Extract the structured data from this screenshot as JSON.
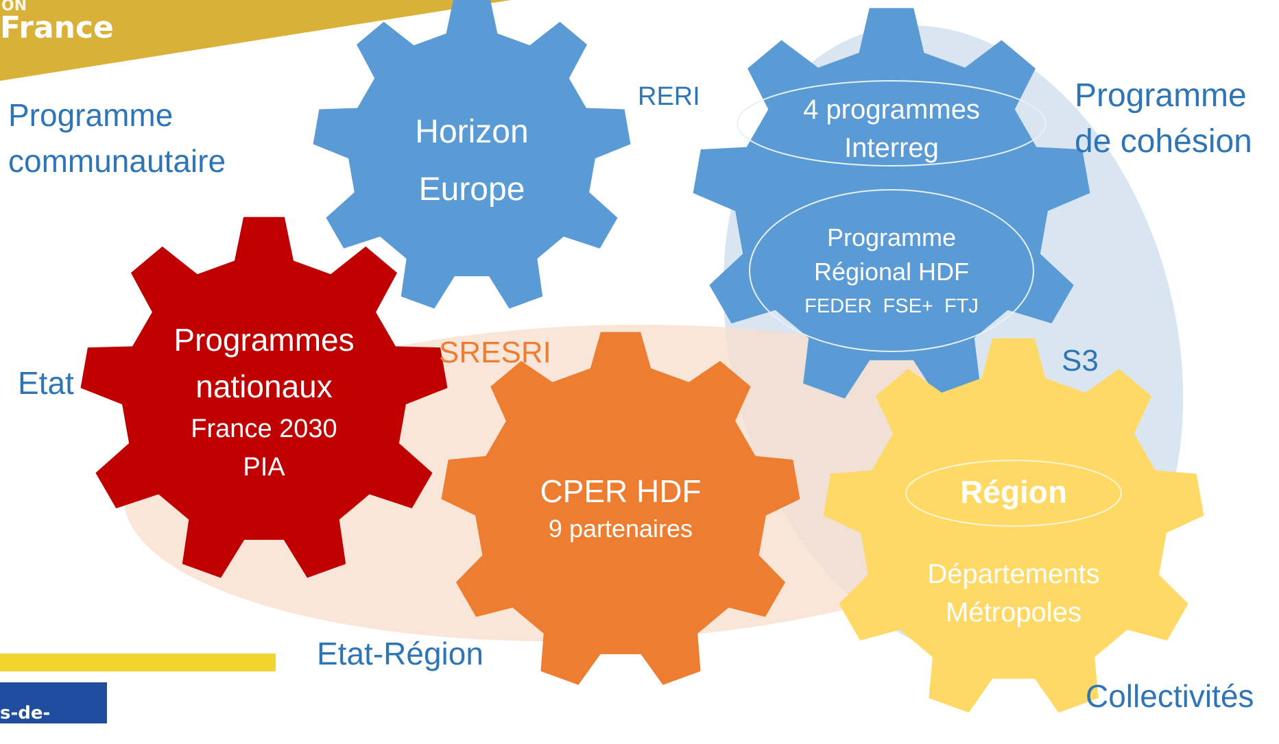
{
  "logo": {
    "top_small": "ON",
    "top_big": "France",
    "bottom": "s-de-France"
  },
  "labels": {
    "programme_communautaire": [
      "Programme",
      "communautaire"
    ],
    "programme_cohesion": [
      "Programme",
      "de cohésion"
    ],
    "reri": "RERI",
    "sresri": "SRESRI",
    "s3": "S3",
    "etat": "Etat",
    "etat_region": "Etat-Région",
    "collectivites": "Collectivités"
  },
  "gears": {
    "horizon": {
      "lines": [
        "Horizon",
        "Europe"
      ],
      "color": "#5b9bd5"
    },
    "interreg_region": {
      "interreg": [
        "4 programmes",
        "Interreg"
      ],
      "regional": [
        "Programme",
        "Régional HDF",
        "FEDER  FSE+  FTJ"
      ],
      "color": "#5b9bd5"
    },
    "national": {
      "lines": [
        "Programmes",
        "nationaux",
        "France 2030",
        "PIA"
      ],
      "color": "#c00000"
    },
    "cper": {
      "lines": [
        "CPER HDF",
        "9 partenaires"
      ],
      "color": "#ed7d31"
    },
    "region": {
      "lines": [
        "Région",
        "Départements",
        "Métropoles"
      ],
      "color": "#ffd966"
    }
  },
  "colors": {
    "label_blue": "#2e75b6",
    "sresri_orange": "#ed7d31",
    "blue_ellipse": "#dae5f2",
    "orange_ellipse": "#fbe4d5",
    "logo_gold": "#d9b038",
    "logo_blue": "#1f4e9e",
    "bar_yellow": "#f2d42f"
  }
}
